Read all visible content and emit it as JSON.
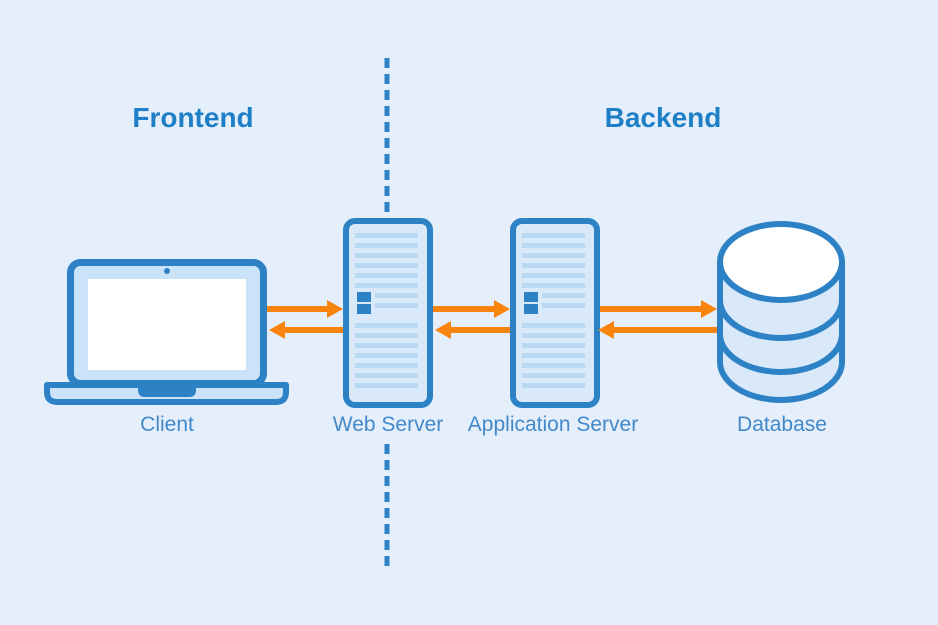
{
  "diagram": {
    "section_titles": {
      "frontend": "Frontend",
      "backend": "Backend"
    },
    "nodes": [
      {
        "id": "client",
        "label": "Client",
        "icon": "laptop-icon"
      },
      {
        "id": "web-server",
        "label": "Web Server",
        "icon": "server-icon"
      },
      {
        "id": "application-server",
        "label": "Application Server",
        "icon": "server-icon"
      },
      {
        "id": "database",
        "label": "Database",
        "icon": "database-icon"
      }
    ],
    "connections": [
      {
        "from": "client",
        "to": "web-server",
        "bidirectional": true
      },
      {
        "from": "web-server",
        "to": "application-server",
        "bidirectional": true
      },
      {
        "from": "application-server",
        "to": "database",
        "bidirectional": true
      }
    ],
    "divider": {
      "style": "dashed",
      "between": [
        "Frontend",
        "Backend"
      ]
    }
  },
  "palette": {
    "background": "#e5effb",
    "stroke_blue": "#2d81c5",
    "divider_blue": "#2d81c5",
    "laptop_fill": "#cbe3f8",
    "server_fill": "#d9e9fa",
    "stripe_blue": "#b9d8f1",
    "screen_white": "#ffffff",
    "arrow_orange": "#f8830d",
    "heading_color": "#1f7fc6",
    "label_color": "#4289c9"
  }
}
